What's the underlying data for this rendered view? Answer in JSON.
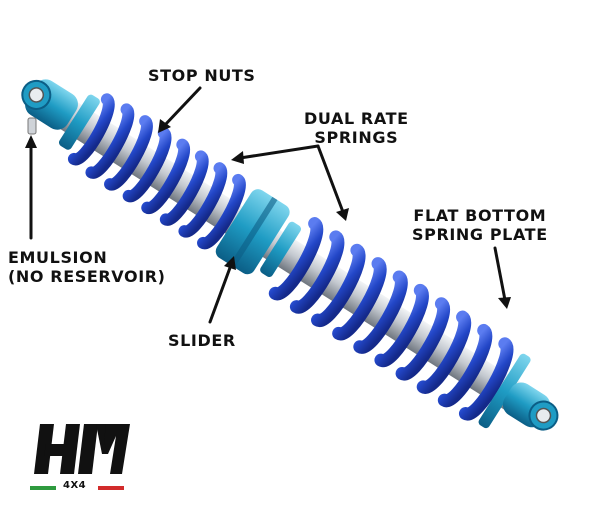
{
  "labels": {
    "stop_nuts": "STOP NUTS",
    "dual_rate_line1": "DUAL RATE",
    "dual_rate_line2": "SPRINGS",
    "flat_bottom_line1": "FLAT BOTTOM",
    "flat_bottom_line2": "SPRING PLATE",
    "emulsion_line1": "EMULSION",
    "emulsion_line2": "(NO RESERVOIR)",
    "slider": "SLIDER"
  },
  "logo": {
    "mark": "HM",
    "sub": "4X4",
    "flag_colors": [
      "#2e9a3e",
      "#ffffff",
      "#d22b2b"
    ]
  },
  "colors": {
    "spring_blue": "#2347c8",
    "body_teal": "#1f9cc4",
    "shaft_silver": "#c9cdd2"
  }
}
